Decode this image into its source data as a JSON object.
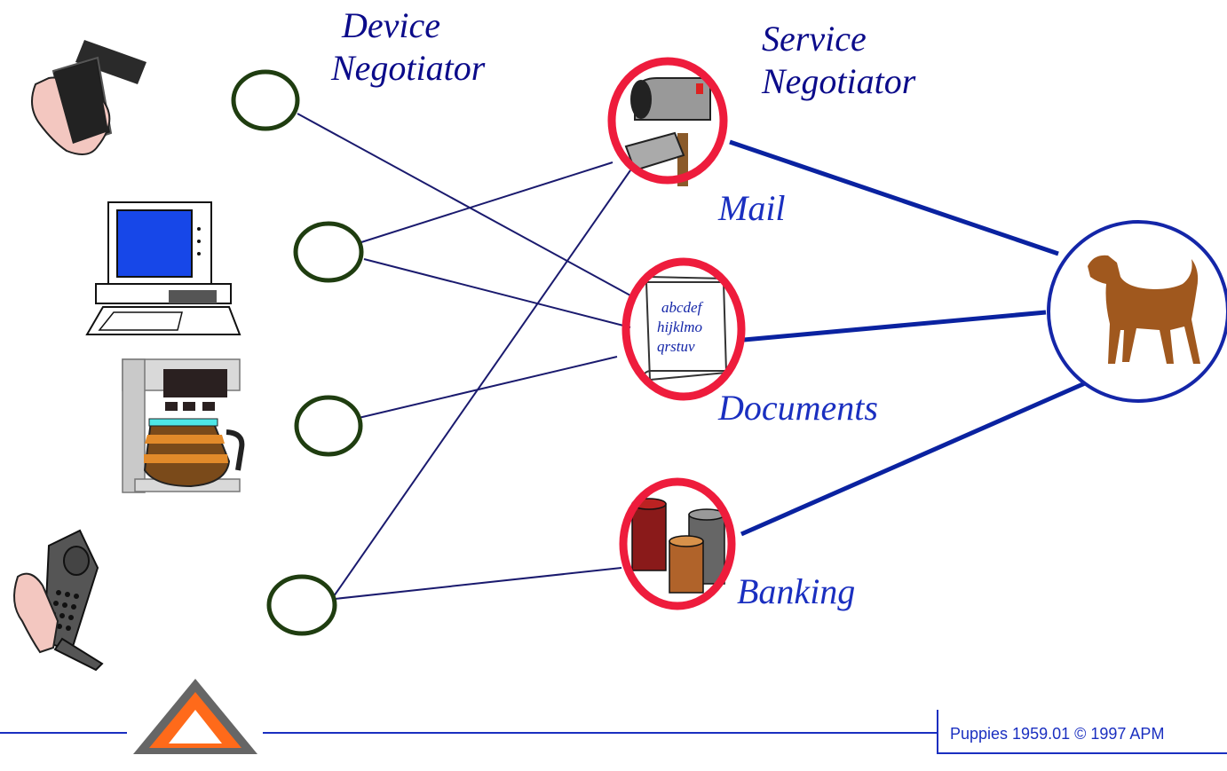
{
  "labels": {
    "device_negotiator": [
      "Device",
      "Negotiator"
    ],
    "service_negotiator": [
      "Service",
      "Negotiator"
    ],
    "mail": "Mail",
    "documents": "Documents",
    "banking": "Banking",
    "document_text": [
      "abcdef",
      "hijklmo",
      "qrstuv"
    ]
  },
  "footer": "Puppies 1959.01 © 1997 APM",
  "colors": {
    "service_ring": "#ee1c3c",
    "device_ring": "#1f3d10",
    "agent_ring": "#1426a8",
    "thin_line": "#1a1a6e",
    "thick_line": "#0a22a0",
    "label": "#1a2fc0"
  },
  "icons": [
    "phone-scanner-icon",
    "computer-icon",
    "coffee-maker-icon",
    "cell-phone-icon",
    "mailbox-icon",
    "scroll-icon",
    "coins-icon",
    "dog-icon",
    "triangle-logo-icon"
  ]
}
